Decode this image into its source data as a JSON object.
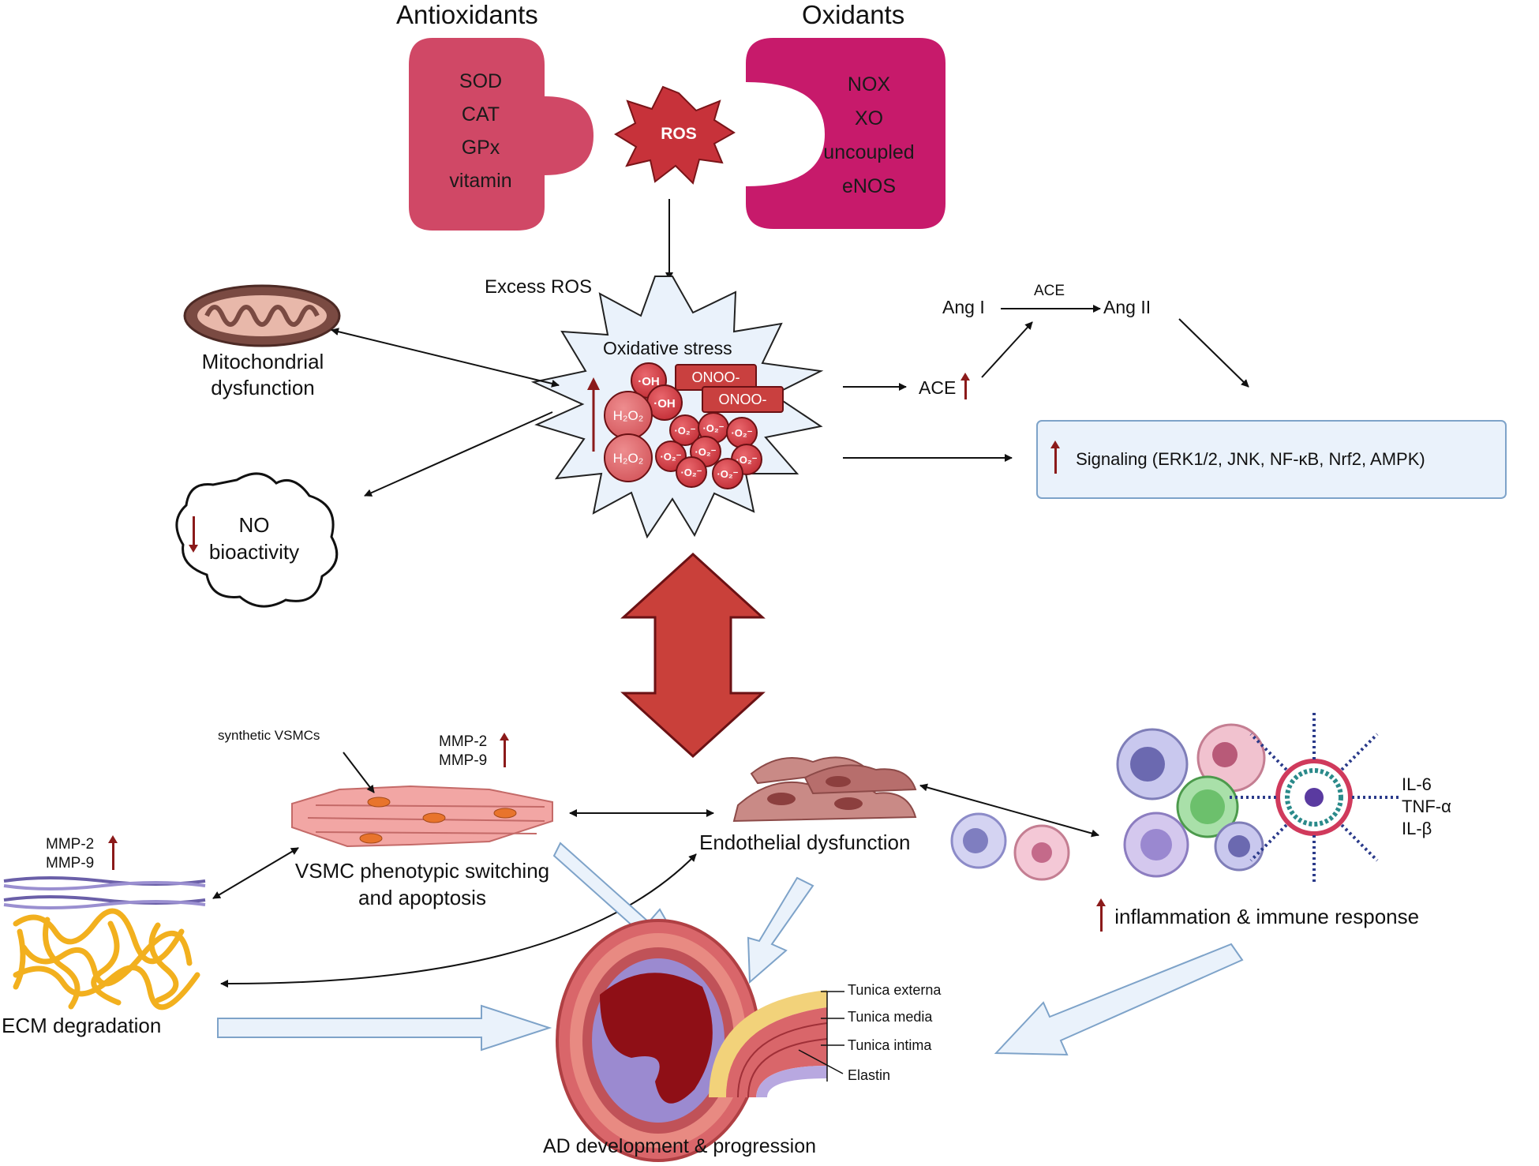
{
  "antioxidants": {
    "title": "Antioxidants",
    "items": [
      "SOD",
      "CAT",
      "GPx",
      "vitamin"
    ],
    "color": "#d04866"
  },
  "oxidants": {
    "title": "Oxidants",
    "items": [
      "NOX",
      "XO",
      "uncoupled",
      "eNOS"
    ],
    "color": "#c71a6b"
  },
  "ros_label": "ROS",
  "excess_ros": "Excess ROS",
  "oxidative_stress": {
    "title": "Oxidative stress",
    "species": [
      "·OH",
      "·OH",
      "ONOO-",
      "ONOO-",
      "H₂O₂",
      "H₂O₂",
      "·O₂⁻"
    ]
  },
  "mitochondrial": "Mitochondrial dysfunction",
  "no_bioactivity": "NO bioactivity",
  "ras": {
    "ang1": "Ang I",
    "ace_enzyme": "ACE",
    "ang2": "Ang II",
    "ace_up": "ACE"
  },
  "signaling": "Signaling  (ERK1/2, JNK, NF-κB, Nrf2, AMPK)",
  "synthetic_vsmcs": "synthetic VSMCs",
  "mmp_top": [
    "MMP-2",
    "MMP-9"
  ],
  "mmp_left": [
    "MMP-2",
    "MMP-9"
  ],
  "vsmc_label": "VSMC phenotypic switching and apoptosis",
  "endothelial": "Endothelial dysfunction",
  "cytokines": [
    "IL-6",
    "TNF-α",
    "IL-β"
  ],
  "inflammation": "inflammation & immune response",
  "ecm": "ECM degradation",
  "vessel_layers": [
    "Tunica externa",
    "Tunica media",
    "Tunica intima",
    "Elastin"
  ],
  "ad": "AD development & progression",
  "colors": {
    "arrow_dark": "#8b1a1a",
    "big_arrow": "#c9403a",
    "light_arrow_fill": "#eaf2fb",
    "light_arrow_stroke": "#7ea3c9",
    "signaling_box": "#eaf2fb"
  }
}
